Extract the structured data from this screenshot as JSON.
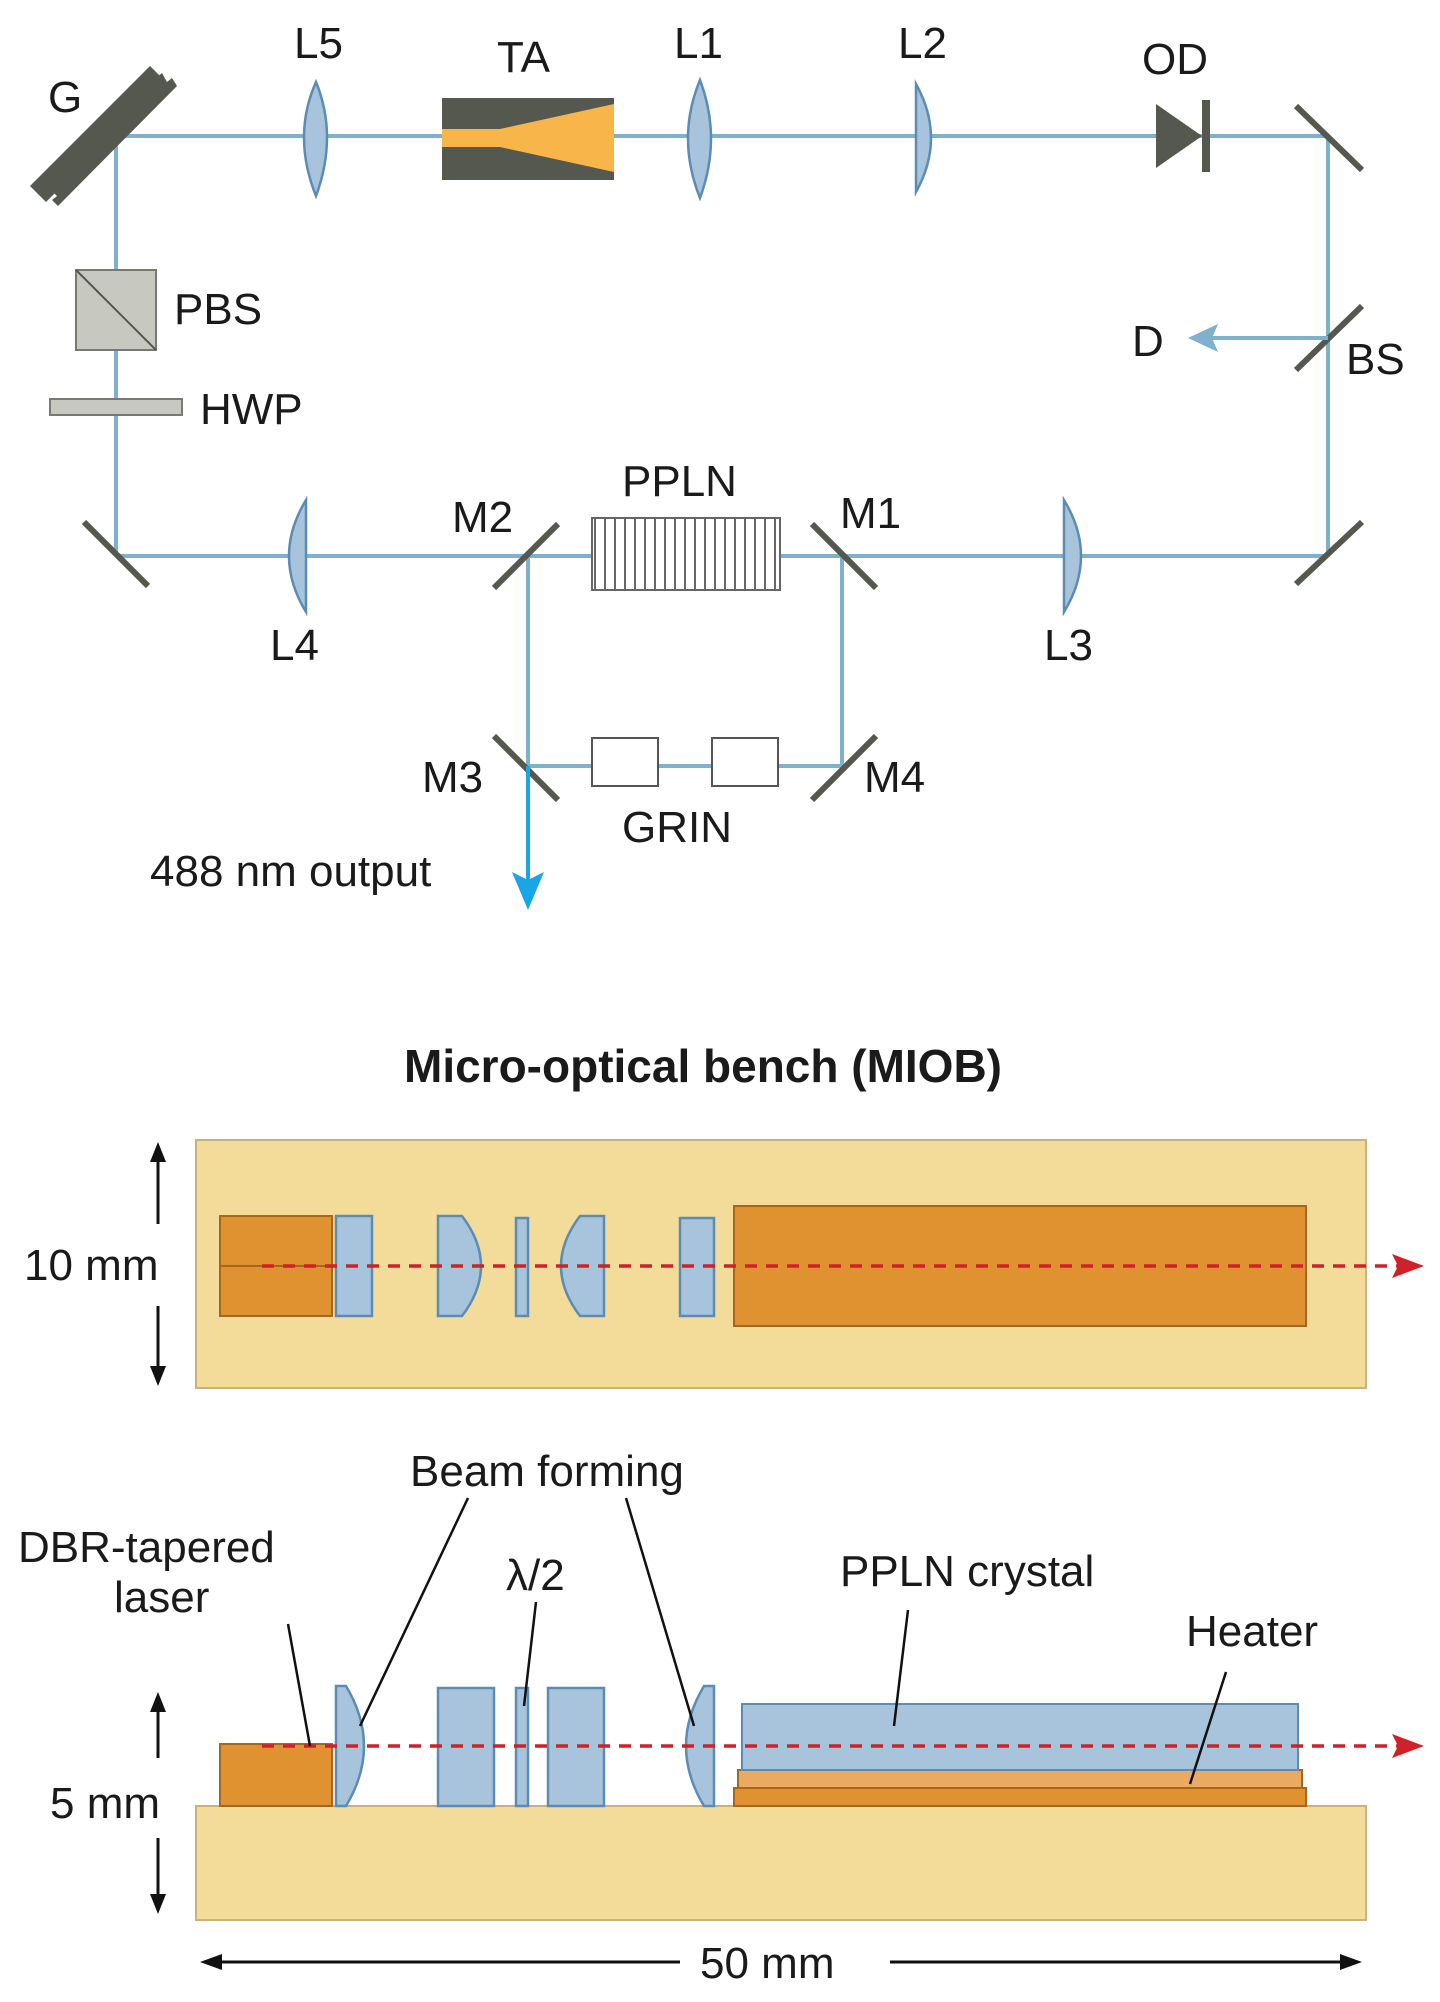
{
  "colors": {
    "beam": "#7fb1cc",
    "output_beam": "#1aa6e6",
    "lens_fill": "#a8c4dc",
    "component_gray": "#55584f",
    "ta_orange": "#f8b54a",
    "bench_bg": "#f3dc9a",
    "laser_orange": "#df922f",
    "red_beam": "#d0202a"
  },
  "top": {
    "labels": {
      "g": "G",
      "l5": "L5",
      "ta": "TA",
      "l1": "L1",
      "l2": "L2",
      "od": "OD",
      "pbs": "PBS",
      "hwp": "HWP",
      "d": "D",
      "bs": "BS",
      "ppln": "PPLN",
      "m2": "M2",
      "m1": "M1",
      "l4": "L4",
      "l3": "L3",
      "m3": "M3",
      "m4": "M4",
      "grin": "GRIN",
      "output": "488 nm output"
    }
  },
  "bottom": {
    "title": "Micro-optical bench (MIOB)",
    "labels": {
      "ten_mm": "10 mm",
      "five_mm": "5 mm",
      "fifty_mm": "50 mm",
      "beam_forming": "Beam forming",
      "dbr_line1": "DBR-tapered",
      "dbr_line2": "laser",
      "half_wave": "λ/2",
      "ppln_crystal": "PPLN crystal",
      "heater": "Heater"
    }
  }
}
